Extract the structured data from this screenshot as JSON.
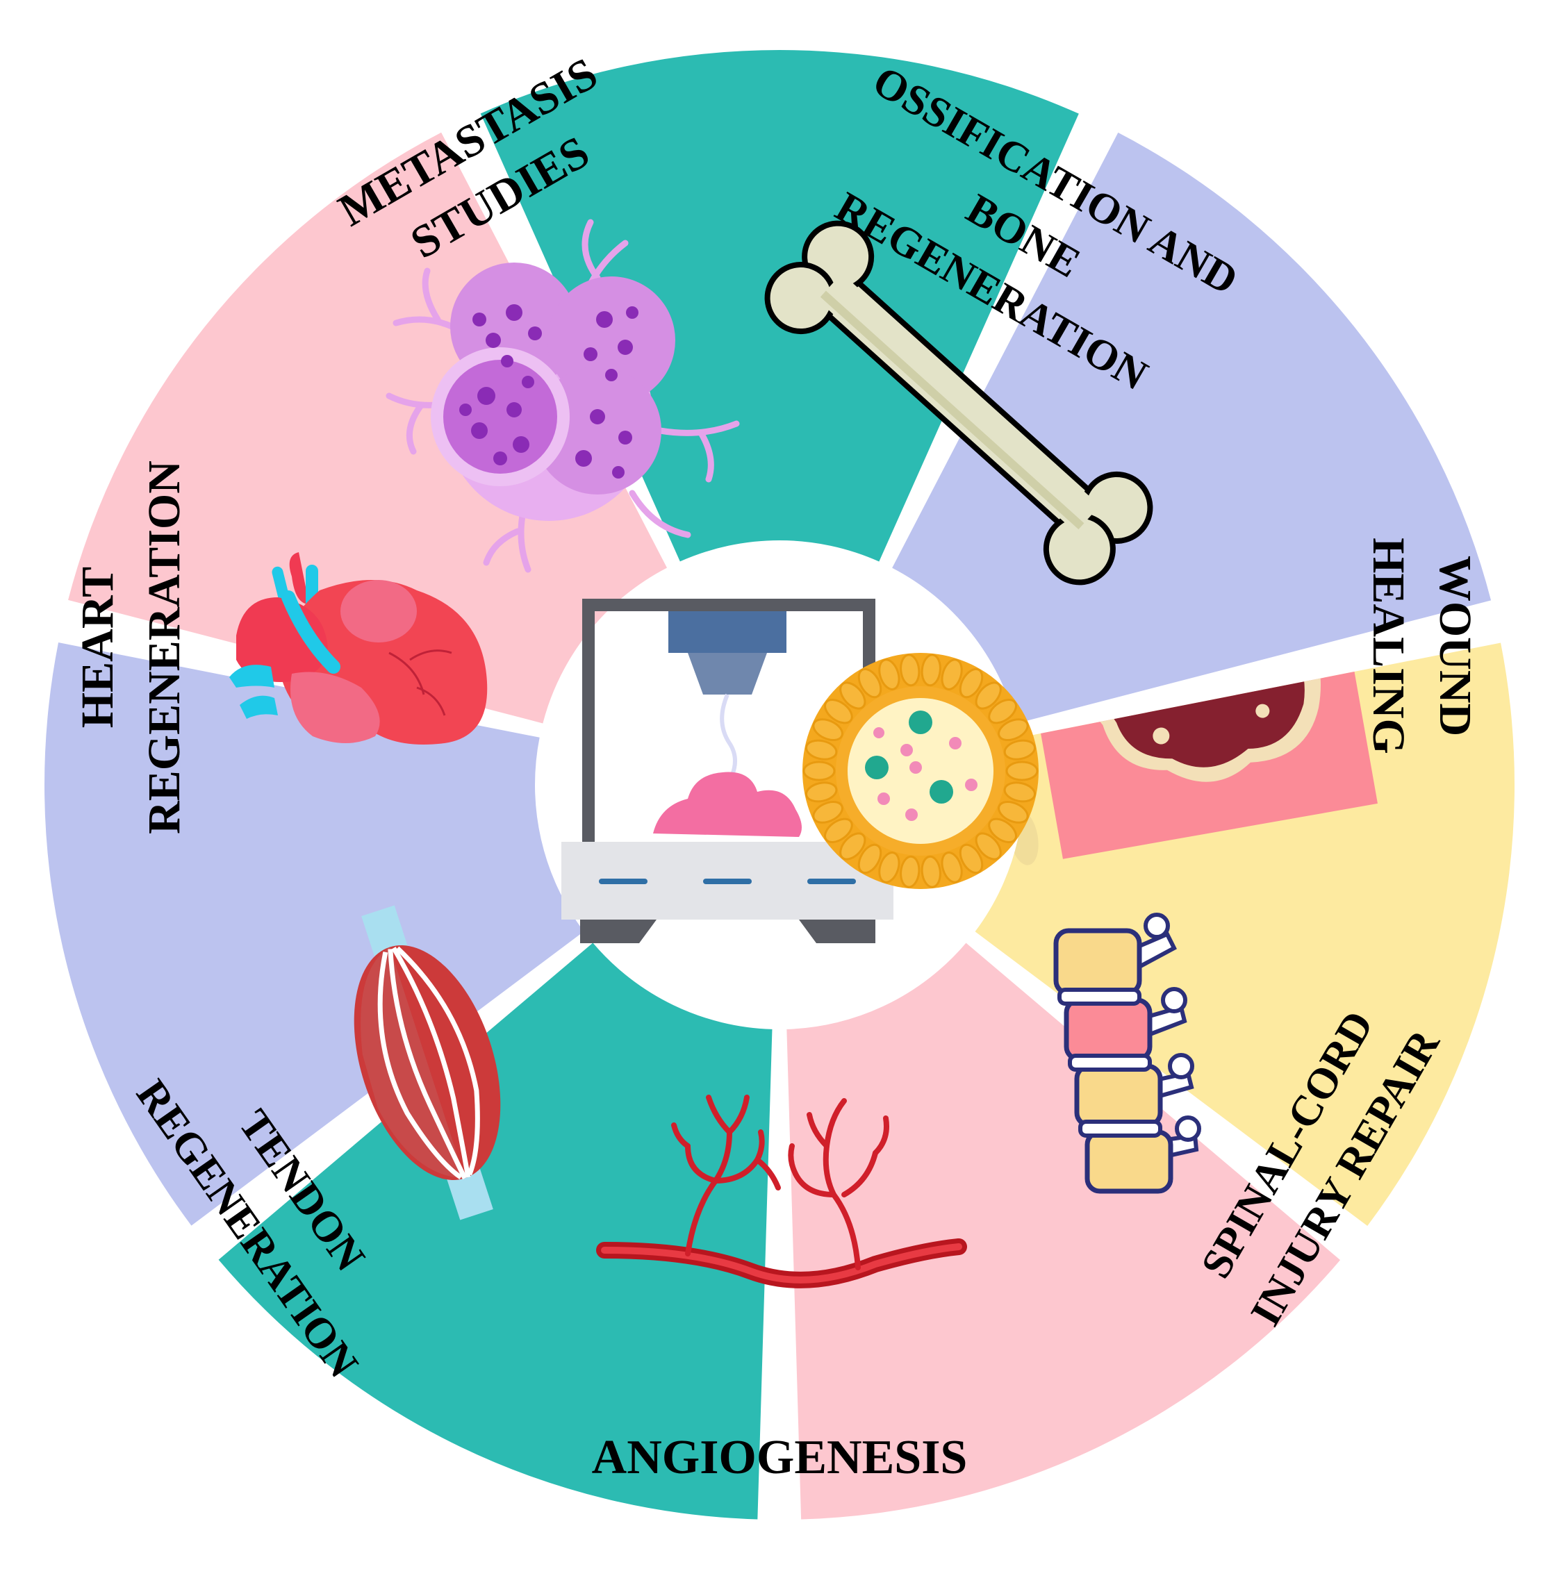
{
  "diagram": {
    "center_label": "",
    "segments": [
      {
        "key": "metastasis",
        "lines": [
          "METASTASIS",
          "STUDIES"
        ],
        "color": "#2cbbb2",
        "icon": "tumor-cells-icon"
      },
      {
        "key": "ossification",
        "lines": [
          "OSSIFICATION AND",
          "BONE",
          "REGENERATION"
        ],
        "color": "#bcc3ef",
        "icon": "bone-icon"
      },
      {
        "key": "wound",
        "lines": [
          "WOUND",
          "HEALING"
        ],
        "color": "#fdeaa0",
        "icon": "skin-wound-icon"
      },
      {
        "key": "spinal",
        "lines": [
          "SPINAL-CORD",
          "INJURY REPAIR"
        ],
        "color": "#fdc7cf",
        "icon": "spine-icon"
      },
      {
        "key": "angiogenesis",
        "lines": [
          "ANGIOGENESIS"
        ],
        "color": "#2cbbb2",
        "icon": "blood-vessel-icon"
      },
      {
        "key": "tendon",
        "lines": [
          "TENDON",
          "REGENERATION"
        ],
        "color": "#bcc3ef",
        "icon": "muscle-tendon-icon"
      },
      {
        "key": "heart",
        "lines": [
          "HEART",
          "REGENERATION"
        ],
        "color": "#fdc7cf",
        "icon": "heart-icon"
      }
    ],
    "center_icons": [
      "3d-bioprinter-icon",
      "liposome-nanoparticle-icon"
    ]
  }
}
